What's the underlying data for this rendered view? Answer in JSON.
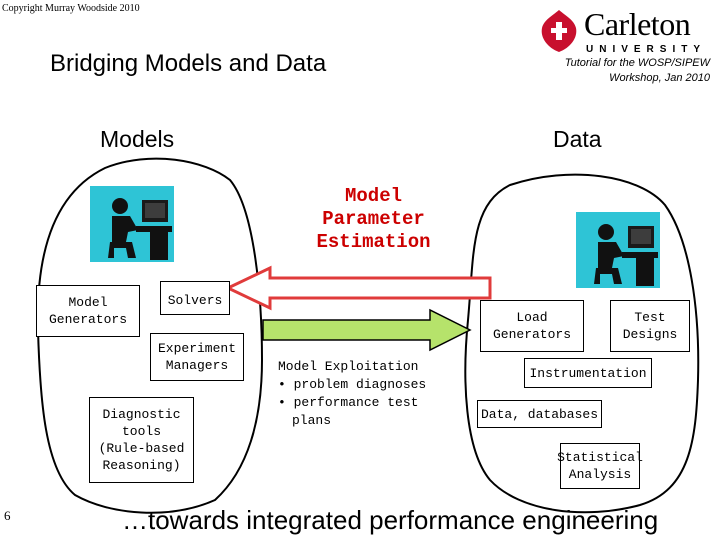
{
  "copyright": "Copyright Murray Woodside 2010",
  "logo": {
    "name": "Carleton",
    "sub": "UNIVERSITY"
  },
  "title": "Bridging Models and Data",
  "tutorial": {
    "line1": "Tutorial for the WOSP/SIPEW",
    "line2": "Workshop, Jan 2010"
  },
  "models_heading": "Models",
  "data_heading": "Data",
  "mpe": {
    "line1": "Model",
    "line2": "Parameter",
    "line3": "Estimation"
  },
  "models_side": {
    "model_generators": "Model\nGenerators",
    "solvers": "Solvers",
    "experiment_managers": "Experiment\nManagers",
    "diagnostic_tools": "Diagnostic\ntools\n(Rule-based\nReasoning)"
  },
  "data_side": {
    "load_generators": "Load\nGenerators",
    "test_designs": "Test\nDesigns",
    "instrumentation": "Instrumentation",
    "data_databases": "Data, databases",
    "statistical_analysis": "Statistical\nAnalysis"
  },
  "exploitation": {
    "title": "Model Exploitation",
    "items": [
      "problem diagnoses",
      "performance test",
      "plans"
    ]
  },
  "bottom": "…towards integrated performance engineering",
  "page_number": "6",
  "colors": {
    "accent_red": "#cc0000",
    "arrow_red": "#e03b3b",
    "arrow_green": "#b6e36b",
    "logo_red": "#c8102e"
  }
}
